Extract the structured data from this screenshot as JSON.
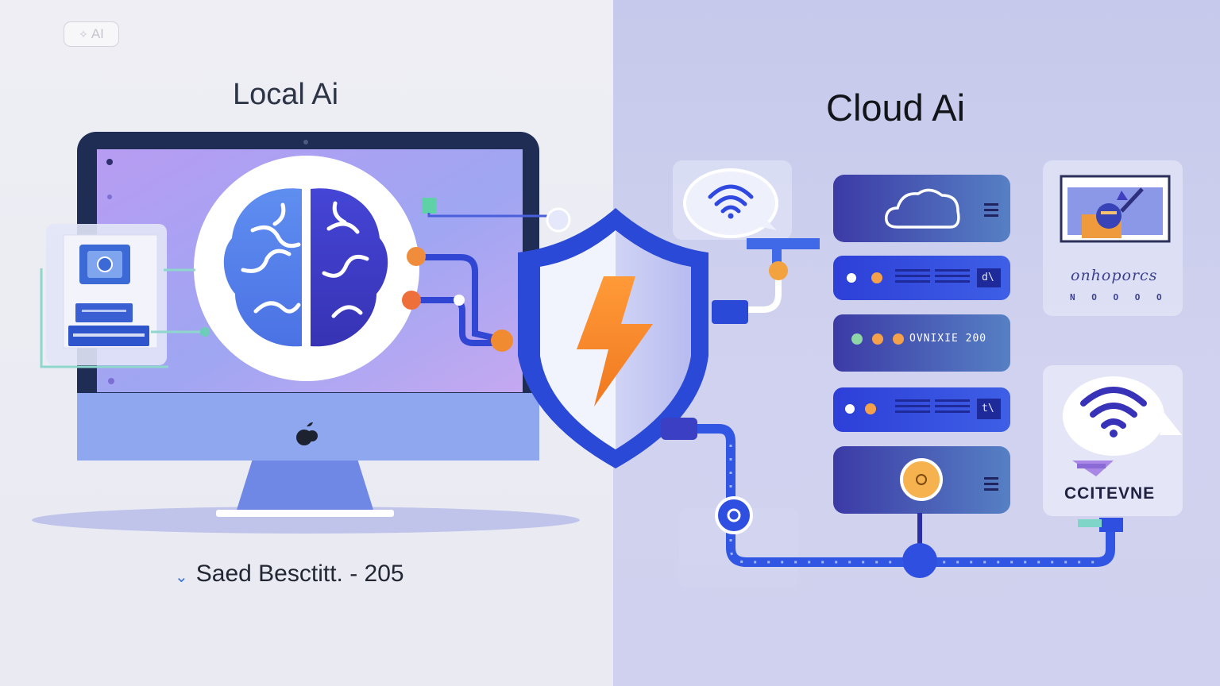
{
  "badge": {
    "icon": "sparkle-icon",
    "text": "AI"
  },
  "local": {
    "title": "Local Ai",
    "caption": "Saed Besctitt. - 205",
    "caption_icon": "chevron-down-icon"
  },
  "cloud": {
    "title": "Cloud Ai",
    "rack_labels": [
      "d\\",
      "OVNIXIE 200",
      "t\\"
    ],
    "status_card": {
      "text": "onhoporcs",
      "dots": "N O O O O"
    },
    "network_card": {
      "text": "CCITEVNE"
    }
  },
  "colors": {
    "left_bg": "#eeeef4",
    "right_bg": "#c7c9ec",
    "accent_blue": "#2f48e0",
    "indigo": "#3a34b6",
    "orange": "#f08a2c",
    "shield_blue": "#2a49d6"
  }
}
